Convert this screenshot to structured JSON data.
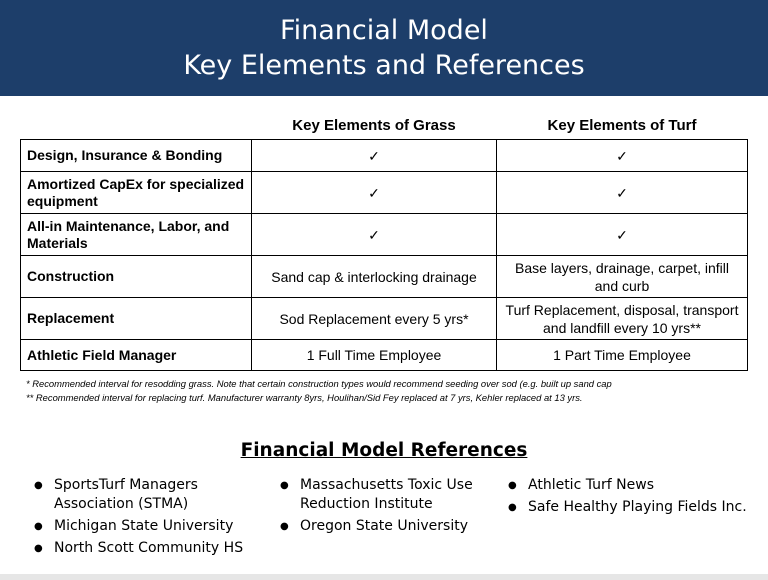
{
  "header": {
    "title_line1": "Financial Model",
    "title_line2": "Key Elements and References"
  },
  "table": {
    "columns": [
      "",
      "Key Elements of Grass",
      "Key Elements of Turf"
    ],
    "rows": [
      {
        "label": "Design, Insurance & Bonding",
        "grass": "✓",
        "turf": "✓"
      },
      {
        "label": "Amortized CapEx for specialized equipment",
        "grass": "✓",
        "turf": "✓"
      },
      {
        "label": "All-in Maintenance, Labor, and Materials",
        "grass": "✓",
        "turf": "✓"
      },
      {
        "label": "Construction",
        "grass": "Sand cap & interlocking drainage",
        "turf": "Base layers, drainage, carpet, infill and curb"
      },
      {
        "label": "Replacement",
        "grass": "Sod Replacement every 5 yrs*",
        "turf": "Turf Replacement, disposal, transport and landfill every 10 yrs**"
      },
      {
        "label": "Athletic Field Manager",
        "grass": "1 Full Time Employee",
        "turf": "1 Part Time Employee"
      }
    ]
  },
  "notes": [
    "*   Recommended interval for resodding grass. Note that certain construction types would recommend seeding over sod (e.g. built up sand cap",
    "** Recommended interval for replacing turf. Manufacturer warranty 8yrs, Houlihan/Sid Fey replaced at 7 yrs, Kehler replaced at 13 yrs."
  ],
  "references": {
    "title": "Financial Model References",
    "col1": [
      "SportsTurf Managers Association (STMA)",
      "Michigan State University",
      "North Scott Community HS"
    ],
    "col2": [
      "Massachusetts Toxic Use Reduction Institute",
      "Oregon State University"
    ],
    "col3": [
      "Athletic Turf News",
      "Safe Healthy Playing Fields Inc."
    ]
  }
}
